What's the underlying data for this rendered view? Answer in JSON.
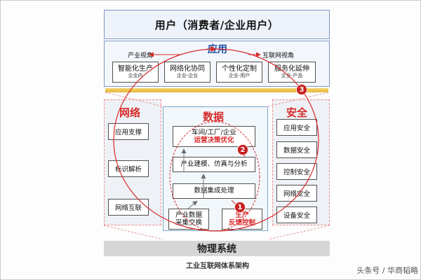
{
  "user_bar": "用户（消费者/企业用户）",
  "application": {
    "title": "应用",
    "left_label": "产业视角",
    "right_label": "互联网视角",
    "boxes": [
      {
        "main": "智能化生产",
        "sub": "企业内"
      },
      {
        "main": "网络化协同",
        "sub": "企业-企业"
      },
      {
        "main": "个性化定制",
        "sub": "企业-用户"
      },
      {
        "main": "服务化延伸",
        "sub": "企业-产品"
      }
    ]
  },
  "network": {
    "title": "网络",
    "items": [
      "应用支撑",
      "标识解析",
      "网络互联"
    ]
  },
  "security": {
    "title": "安全",
    "items": [
      "应用安全",
      "数据安全",
      "控制安全",
      "网络安全",
      "设备安全"
    ]
  },
  "data": {
    "title": "数据",
    "box1_line1": "车间/工厂/企业",
    "box1_line2": "运营决策优化",
    "box2": "产业建模、仿真与分析",
    "box3": "数据集成处理",
    "box4_line1": "产业数据",
    "box4_line2": "采集交换",
    "box5_line1": "生产",
    "box5_line2": "反馈控制"
  },
  "badges": [
    "1",
    "2",
    "3"
  ],
  "physical": "物理系统",
  "caption": "工业互联网体系架构",
  "watermark": "头条号 / 华商韬略",
  "colors": {
    "accent_red": "#d72a2a",
    "accent_blue": "#1f4fa8",
    "badge_red": "#c61f1f",
    "gold": "#e6b83b"
  }
}
